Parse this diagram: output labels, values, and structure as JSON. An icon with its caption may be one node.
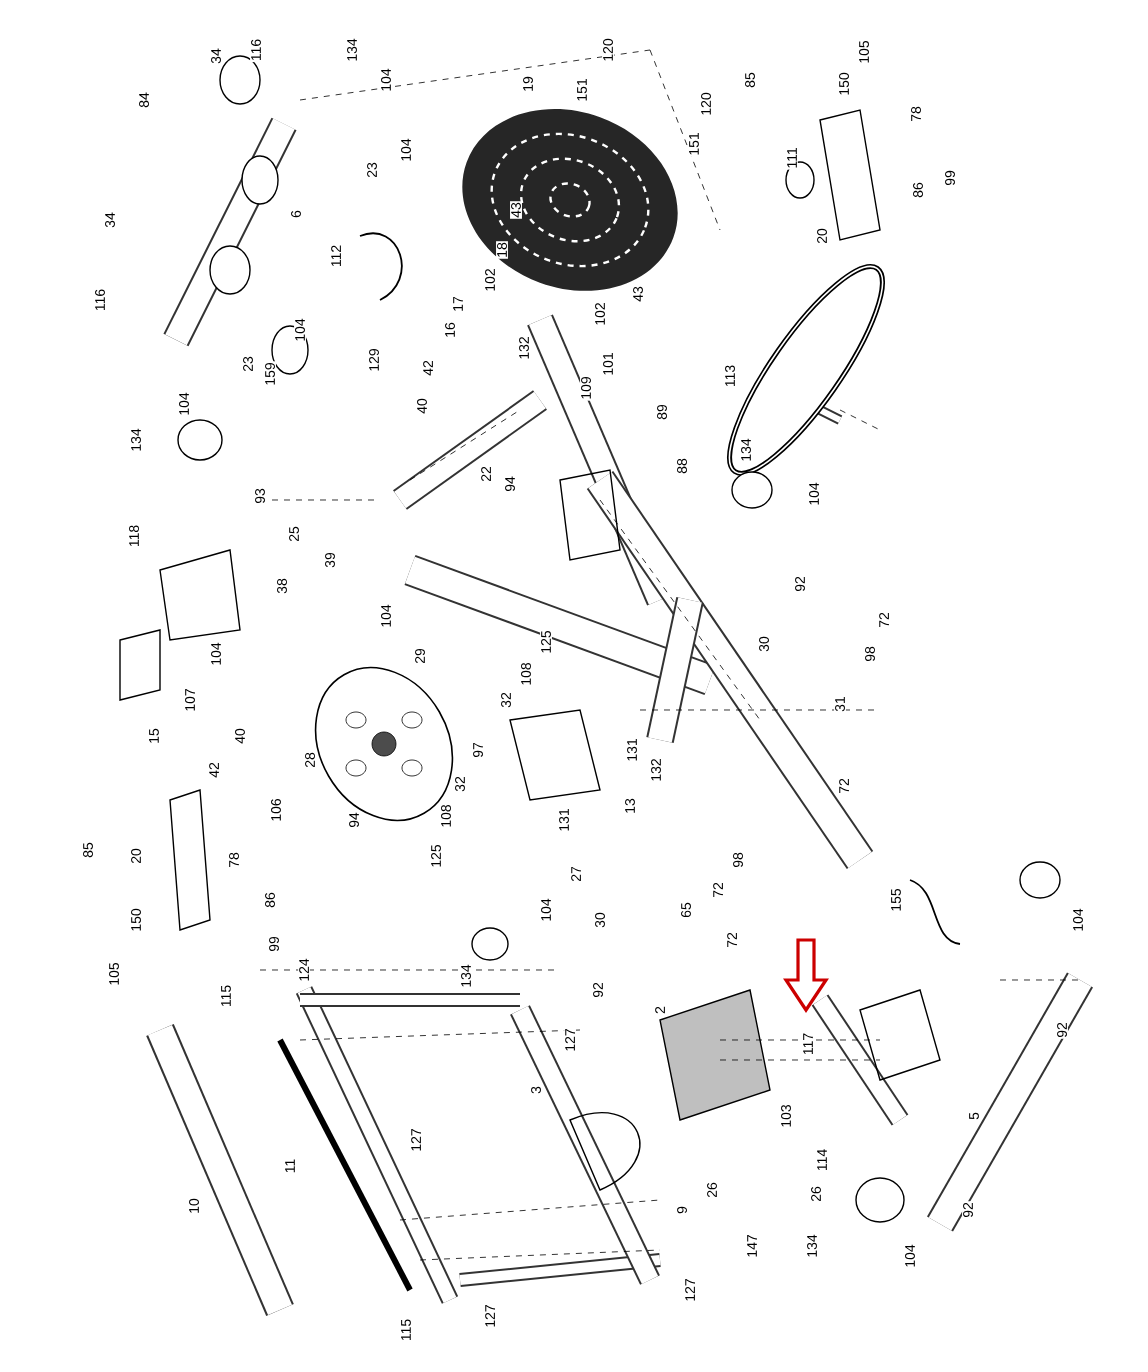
{
  "diagram": {
    "labels": [
      "116",
      "134",
      "34",
      "104",
      "120",
      "19",
      "151",
      "120",
      "151",
      "85",
      "105",
      "150",
      "78",
      "84",
      "104",
      "23",
      "111",
      "86",
      "99",
      "6",
      "34",
      "43",
      "20",
      "112",
      "18",
      "102",
      "116",
      "43",
      "102",
      "17",
      "16",
      "104",
      "23",
      "132",
      "101",
      "129",
      "159",
      "42",
      "109",
      "113",
      "89",
      "104",
      "40",
      "134",
      "134",
      "88",
      "94",
      "22",
      "104",
      "93",
      "25",
      "118",
      "38",
      "39",
      "92",
      "104",
      "72",
      "30",
      "98",
      "104",
      "29",
      "125",
      "31",
      "108",
      "107",
      "32",
      "15",
      "40",
      "131",
      "132",
      "28",
      "42",
      "97",
      "13",
      "131",
      "72",
      "32",
      "106",
      "108",
      "94",
      "125",
      "85",
      "20",
      "78",
      "98",
      "27",
      "72",
      "65",
      "104",
      "30",
      "155",
      "72",
      "86",
      "134",
      "150",
      "104",
      "99",
      "105",
      "92",
      "115",
      "124",
      "2",
      "117",
      "127",
      "3",
      "92",
      "127",
      "103",
      "11",
      "5",
      "114",
      "10",
      "26",
      "26",
      "9",
      "147",
      "134",
      "104",
      "92",
      "127",
      "115",
      "127"
    ]
  }
}
